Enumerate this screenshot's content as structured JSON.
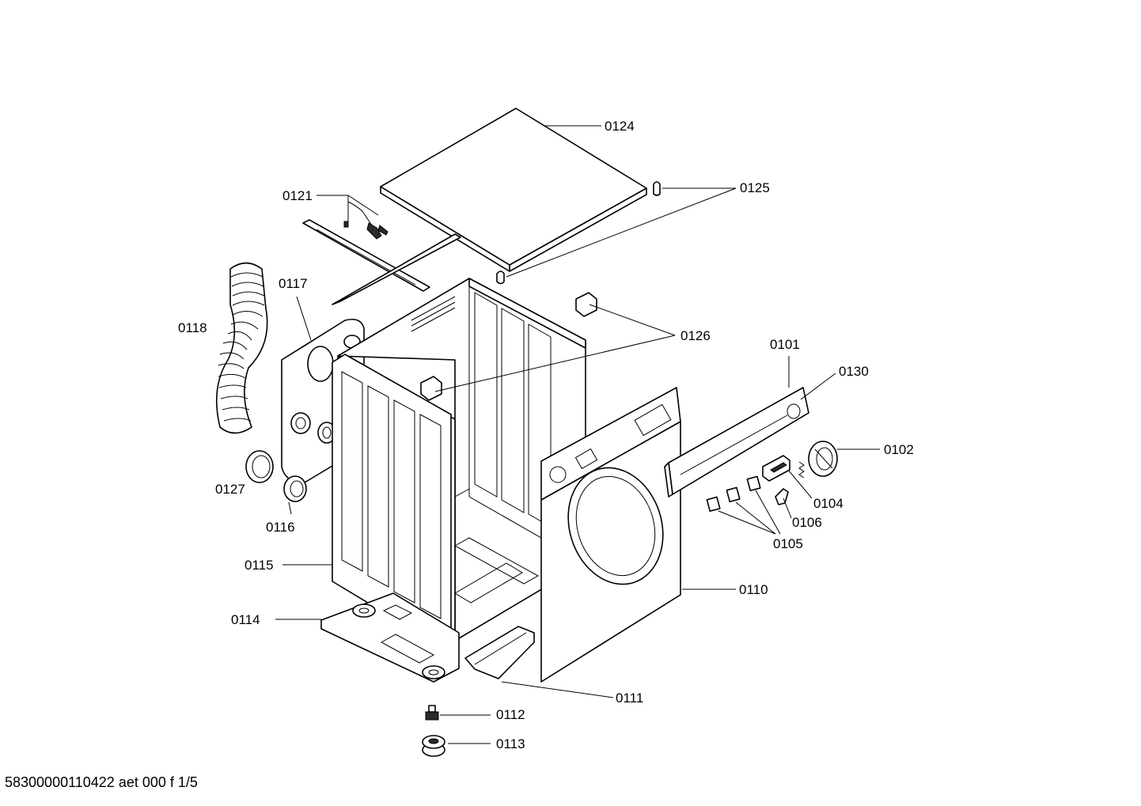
{
  "footer": {
    "code": "58300000110422 aet 000 f 1/5"
  },
  "callouts": {
    "p0101": "0101",
    "p0102": "0102",
    "p0104": "0104",
    "p0105": "0105",
    "p0106": "0106",
    "p0110": "0110",
    "p0111": "0111",
    "p0112": "0112",
    "p0113": "0113",
    "p0114": "0114",
    "p0115": "0115",
    "p0116": "0116",
    "p0117": "0117",
    "p0118": "0118",
    "p0121": "0121",
    "p0124": "0124",
    "p0125": "0125",
    "p0126": "0126",
    "p0127": "0127",
    "p0130": "0130"
  },
  "colors": {
    "line": "#000000",
    "background": "#ffffff"
  }
}
